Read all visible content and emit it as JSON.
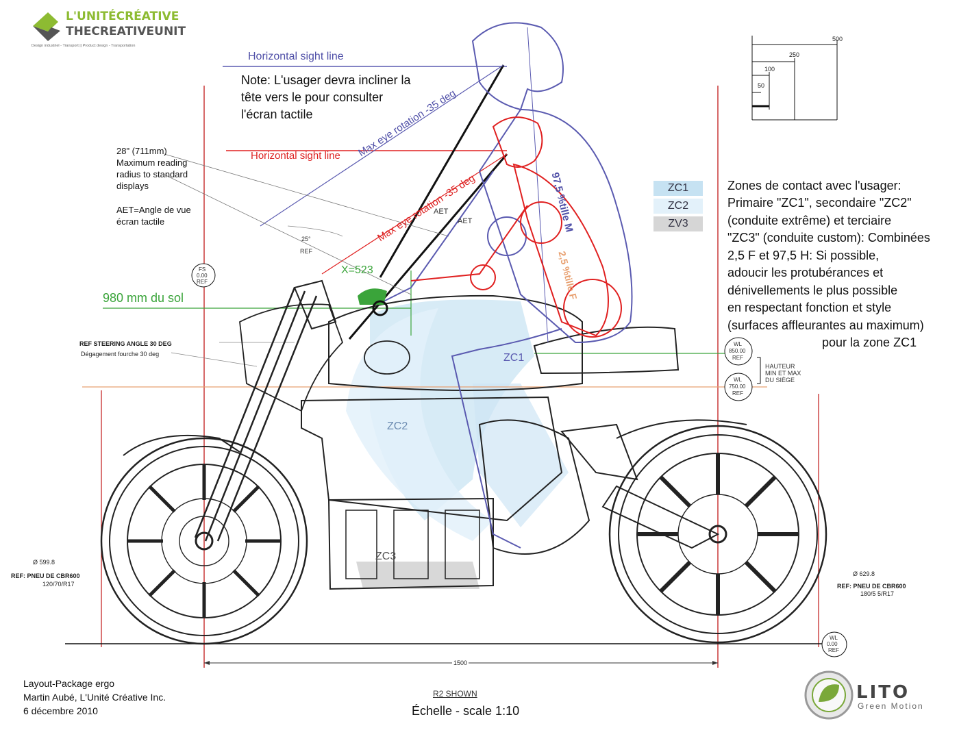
{
  "logo": {
    "line1": "L'UNITÉCRÉATIVE",
    "line2": "THECREATIVEUNIT",
    "tagline": "Design industriel - Transport  ||  Product design - Transportation"
  },
  "labels": {
    "sight_line_blue": "Horizontal sight line",
    "sight_line_red": "Horizontal sight line",
    "eye_rot_blue": "Max eye rotation -35 deg",
    "eye_rot_red": "Max eye rotation -35 deg",
    "note": "Note: L'usager devra incliner la tête vers le pour consulter l'écran tactile",
    "reading_radius": [
      "28\" (711mm)",
      "Maximum reading",
      "radius to standard",
      "displays"
    ],
    "aet_def": [
      "AET=Angle de vue",
      "écran tactile"
    ],
    "aet1": "AET",
    "aet2": "AET",
    "angle25": "25°",
    "ref": "REF",
    "fs": [
      "FS",
      "0.00",
      "REF"
    ],
    "x523": "X=523",
    "height980": "980 mm du sol",
    "steering": "REF STEERING ANGLE 30 DEG",
    "fork": "Dégagement fourche 30 deg",
    "percentile_blue": "97,5 %tille M",
    "percentile_red": "2,5 %tille F",
    "zc1": "ZC1",
    "zc2": "ZC2",
    "zc3": "ZC3",
    "wl850": [
      "WL",
      "850.00",
      "REF"
    ],
    "wl750": [
      "WL",
      "750.00",
      "REF"
    ],
    "wl0": [
      "WL",
      "0.00",
      "REF"
    ],
    "hauteur": [
      "HAUTEUR",
      "MIN ET MAX",
      "DU SIÈGE"
    ],
    "front_tire": [
      "Ø  599.8",
      "REF: PNEU DE CBR600",
      "120/70/R17"
    ],
    "rear_tire": [
      "Ø  629.8",
      "REF: PNEU DE CBR600",
      "180/5 5/R17"
    ],
    "wheelbase": "1500",
    "r2": "R2 SHOWN",
    "scale": "Échelle - scale 1:10"
  },
  "scale_bar": {
    "values": [
      "500",
      "250",
      "100",
      "50"
    ]
  },
  "legend": [
    {
      "label": "ZC1",
      "color": "#c6e2f2"
    },
    {
      "label": "ZC2",
      "color": "#e3f1fa"
    },
    {
      "label": "ZV3",
      "color": "#d6d6d6"
    }
  ],
  "zones_text": [
    "Zones de contact avec l'usager:",
    "Primaire \"ZC1\", secondaire \"ZC2\"",
    "(conduite extrême) et terciaire",
    "\"ZC3\" (conduite custom): Combinées",
    "2,5 F et 97,5 H: Si possible,",
    "adoucir les protubérances et",
    "dénivellements le plus possible",
    "en respectant fonction et style",
    "(surfaces affleurantes au maximum)",
    "pour la zone ZC1"
  ],
  "credits": [
    "Layout-Package ergo",
    "Martin Aubé, L'Unité Créative Inc.",
    "6 décembre 2010"
  ],
  "brand": {
    "name": "LITO",
    "sub": "Green Motion"
  },
  "colors": {
    "blue": "#5a5ab0",
    "red": "#e02020",
    "green": "#3aa43a",
    "darkred": "#a01515",
    "orange": "#e8a070"
  }
}
